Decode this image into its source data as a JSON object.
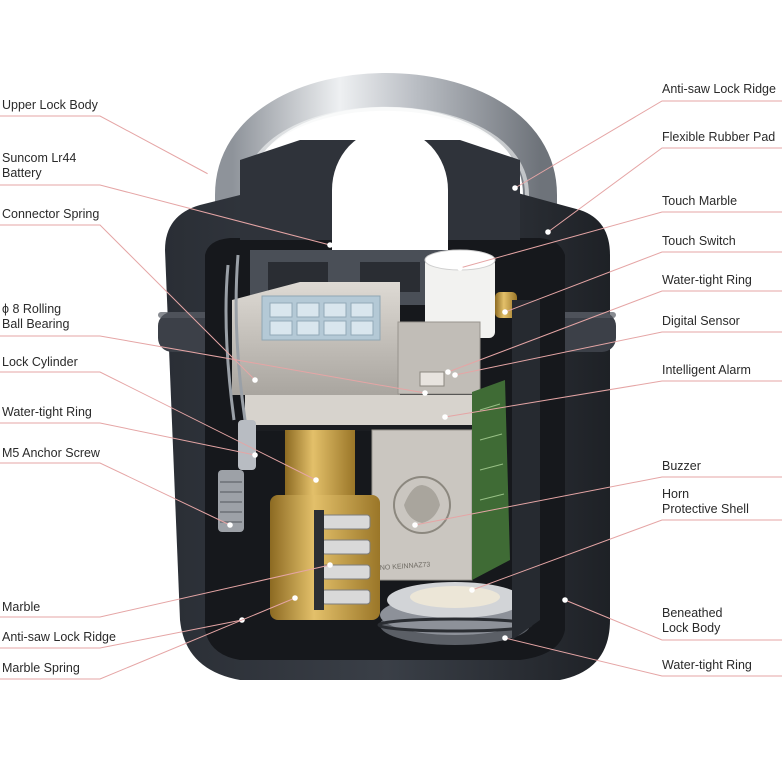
{
  "diagram": {
    "left_labels": [
      {
        "id": "upper-lock-body",
        "text": "Upper Lock Body"
      },
      {
        "id": "battery",
        "text": "Suncom Lr44\nBattery"
      },
      {
        "id": "connector-spring",
        "text": "Connector Spring"
      },
      {
        "id": "rolling-ball-bearing",
        "text": "ϕ 8 Rolling\nBall Bearing"
      },
      {
        "id": "lock-cylinder",
        "text": "Lock Cylinder"
      },
      {
        "id": "water-tight-ring-left",
        "text": "Water-tight Ring"
      },
      {
        "id": "anchor-screw",
        "text": "M5 Anchor Screw"
      },
      {
        "id": "marble",
        "text": "Marble"
      },
      {
        "id": "anti-saw-lock-ridge-left",
        "text": "Anti-saw Lock Ridge"
      },
      {
        "id": "marble-spring",
        "text": "Marble Spring"
      }
    ],
    "right_labels": [
      {
        "id": "anti-saw-lock-ridge-right",
        "text": "Anti-saw Lock Ridge"
      },
      {
        "id": "flexible-rubber-pad",
        "text": "Flexible Rubber Pad"
      },
      {
        "id": "touch-marble",
        "text": "Touch Marble"
      },
      {
        "id": "touch-switch",
        "text": "Touch Switch"
      },
      {
        "id": "water-tight-ring-right-top",
        "text": "Water-tight Ring"
      },
      {
        "id": "digital-sensor",
        "text": "Digital Sensor"
      },
      {
        "id": "intelligent-alarm",
        "text": "Intelligent Alarm"
      },
      {
        "id": "buzzer",
        "text": "Buzzer"
      },
      {
        "id": "horn-protective-shell",
        "text": "Horn\nProtective Shell"
      },
      {
        "id": "beneathed-lock-body",
        "text": "Beneathed\nLock Body"
      },
      {
        "id": "water-tight-ring-right-bottom",
        "text": "Water-tight Ring"
      }
    ],
    "engraving": "NO KEINNAZ73",
    "colors": {
      "leader_line": "#e5a5a5",
      "body": "#2b2f36",
      "body_dark": "#1b1e23",
      "shackle": "#c9ccd1",
      "module": "#c7c3bd",
      "brass": "#c9a24a",
      "pcb": "#3f6b35"
    }
  }
}
